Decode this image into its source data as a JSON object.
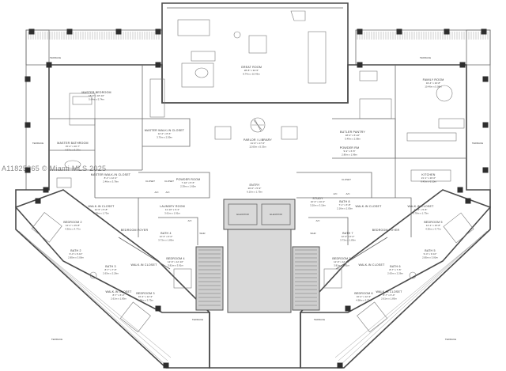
{
  "watermark": "A11825365 © Miami MLS 2025",
  "rooms": {
    "great_room": {
      "name": "GREAT ROOM",
      "dims": "28'-8\" x 34'-5\"",
      "metric": "8.74m x 10.49m"
    },
    "master_bedroom": {
      "name": "MASTER BEDROOM",
      "dims": "18'-6\" x 18'-10\"",
      "metric": "5.64m x 5.74m"
    },
    "family_room": {
      "name": "FAMILY ROOM",
      "dims": "34'-4\" x 16'-8\"",
      "metric": "10.46m x 5.08m"
    },
    "master_walkin": {
      "name": "MASTER WALK-IN CLOSET",
      "dims": "12'-2\" x 8'-6\"",
      "metric": "3.70m x 2.59m"
    },
    "master_bathroom": {
      "name": "MASTER BATHROOM",
      "dims": "15'-4\" x 20'-7\"",
      "metric": "4.67m x 6.27m"
    },
    "master_walkin_2": {
      "name": "MASTER WALK-IN CLOSET",
      "dims": "8'-1\" x 12'-4\"",
      "metric": "2.46m x 3.76m"
    },
    "parlor": {
      "name": "PARLOR / LIBRARY",
      "dims": "41'-6\" x 17'-6\"",
      "metric": "12.65m x 5.33m"
    },
    "butler_pantry": {
      "name": "BUTLER PANTRY",
      "dims": "18'-0\" x 6'-10\"",
      "metric": "5.49m x 2.08m"
    },
    "powder_1": {
      "name": "POWDER RM",
      "dims": "9'-2\" x 6'-5\"",
      "metric": "2.80m x 1.96m"
    },
    "kitchen": {
      "name": "KITCHEN",
      "dims": "21'-1\" x 20'-0\"",
      "metric": "6.43m x 6.10m"
    },
    "powder_2": {
      "name": "POWDER ROOM",
      "dims": "7'-10\" x 5'-5\"",
      "metric": "2.39m x 1.65m"
    },
    "entry": {
      "name": "ENTRY",
      "dims": "20'-0\" x 5'-9\"",
      "metric": "6.10m x 1.75m"
    },
    "study": {
      "name": "STUDY",
      "dims": "10'-6\" x 10'-2\"",
      "metric": "3.20m x 3.10m"
    },
    "laundry": {
      "name": "LAUNDRY ROOM",
      "dims": "11'-10\" x 6'-3\"",
      "metric": "3.61m x 1.91m"
    },
    "walkin_2": {
      "name": "WALK-IN CLOSET",
      "dims": "12'-5\" x 5'-8\"",
      "metric": "3.78m x 1.73m"
    },
    "walkin_5": {
      "name": "WALK-IN CLOSET",
      "dims": "12'-5\" x 5'-8\"",
      "metric": "3.78m x 1.73m"
    },
    "bedroom_2": {
      "name": "BEDROOM 2",
      "dims": "14'-1\" x 15'-8\"",
      "metric": "4.30m x 4.77m"
    },
    "bedroom_5": {
      "name": "BEDROOM 5",
      "dims": "14'-1\" x 15'-8\"",
      "metric": "4.30m x 4.77m"
    },
    "bath_2": {
      "name": "BATH 2",
      "dims": "9'-4\" x 9'-10\"",
      "metric": "2.85m x 3.00m"
    },
    "bath_5": {
      "name": "BATH 5",
      "dims": "9'-4\" x 9'-10\"",
      "metric": "2.85m x 3.00m"
    },
    "bath_3": {
      "name": "BATH 3",
      "dims": "8'-7\" x 7'-5\"",
      "metric": "2.63m x 2.26m"
    },
    "bath_6": {
      "name": "BATH 6",
      "dims": "8'-7\" x 7'-5\"",
      "metric": "2.63m x 2.26m"
    },
    "walkin_3": {
      "name": "WALK-IN CLOSET",
      "dims": "8'-7\" x 6'-0\"",
      "metric": "2.61m x 1.83m"
    },
    "walkin_6": {
      "name": "WALK-IN CLOSET",
      "dims": "8'-7\" x 6'-0\"",
      "metric": "2.61m x 1.83m"
    },
    "bedroom_3": {
      "name": "BEDROOM 3",
      "dims": "16'-4\" x 12'-3\"",
      "metric": "4.98m x 3.73m"
    },
    "bedroom_6": {
      "name": "BEDROOM 6",
      "dims": "16'-4\" x 12'-3\"",
      "metric": "4.98m x 3.73m"
    },
    "bedroom_4": {
      "name": "BEDROOM 4",
      "dims": "12'-6\" x 12'-10\"",
      "metric": "3.81m x 3.91m"
    },
    "bedroom_7": {
      "name": "BEDROOM 7",
      "dims": "12'-6\" x 12'-10\"",
      "metric": "3.81m x 3.91m"
    },
    "bath_4": {
      "name": "BATH 4",
      "dims": "12'-3\" x 6'-0\"",
      "metric": "3.73m x 1.83m"
    },
    "bath_7": {
      "name": "BATH 7",
      "dims": "12'-3\" x 6'-0\"",
      "metric": "3.73m x 1.83m"
    },
    "bath_8": {
      "name": "BATH 8",
      "dims": "7'-1\" x 6'-8\"",
      "metric": "2.16m x 2.03m"
    },
    "walkin_8": {
      "name": "WALK-IN CLOSET",
      "dims": "",
      "metric": ""
    },
    "bedroom_foyer_l": {
      "name": "BEDROOM FOYER",
      "dims": "",
      "metric": ""
    },
    "bedroom_foyer_r": {
      "name": "BEDROOM FOYER",
      "dims": "",
      "metric": ""
    },
    "walkin_4": {
      "name": "WALK-IN CLOSET",
      "dims": "",
      "metric": ""
    },
    "walkin_7": {
      "name": "WALK-IN CLOSET",
      "dims": "",
      "metric": ""
    }
  },
  "labels": {
    "terrace": "TERRACE",
    "elevator": "ELEVATOR",
    "closet": "CLOSET",
    "ac": "A/C",
    "whr": "WHR"
  }
}
